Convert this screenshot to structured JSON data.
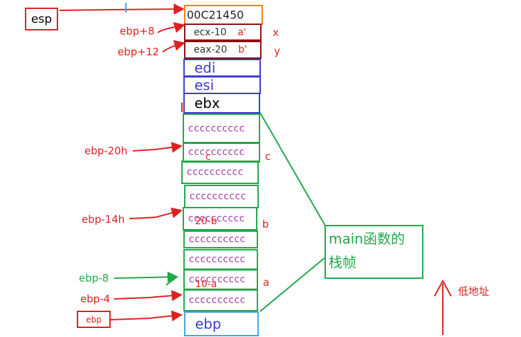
{
  "esp_label": "esp",
  "ebp_box_label": "ebp",
  "stack": {
    "ret_addr": "00C21450",
    "param1": "ecx-10",
    "param2": "eax-20",
    "param1_mark": "a'",
    "param2_mark": "b'",
    "edi": "edi",
    "esi": "esi",
    "ebx": "ebx",
    "fill": "cccccccccc",
    "ebp": "ebp"
  },
  "offsets": {
    "ebp_p8": "ebp+8",
    "ebp_p12": "ebp+12",
    "ebp_m20h": "ebp-20h",
    "ebp_m14h": "ebp-14h",
    "ebp_m8": "ebp-8",
    "ebp_m4": "ebp-4"
  },
  "side_labels": {
    "x": "x",
    "y": "y",
    "c": "c",
    "b": "b",
    "a": "a",
    "c_small": "c",
    "b_val": "20-b",
    "a_val": "10-a"
  },
  "frame_label": {
    "line1": "main函数的",
    "line2": "栈帧"
  },
  "low_address": "低地址",
  "colors": {
    "red": "#e02020",
    "green": "#20a84a",
    "blue": "#3a3ad0",
    "dark_red": "#8a1010",
    "orange": "#f08020",
    "sky": "#40a8e0",
    "purple": "#a040a8"
  }
}
